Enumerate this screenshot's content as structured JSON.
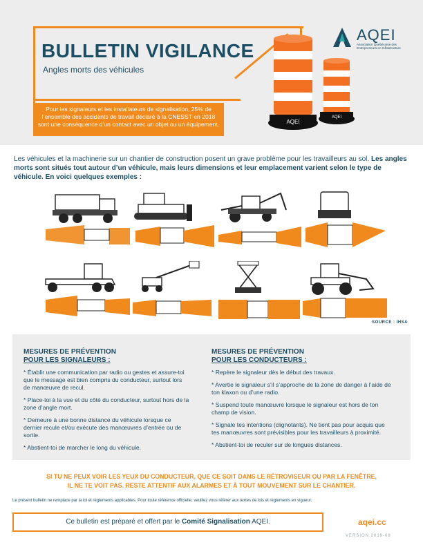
{
  "header": {
    "title": "BULLETIN VIGILANCE",
    "subtitle": "Angles morts des véhicules",
    "callout": "Pour les signaleurs et les installateurs de signalisation, 25% de l’ensemble des accidents de travail déclaré à la CNESST en 2018 sont une conséquence d’un contact avec un objet ou un équipement.",
    "barrel_label": "AQEI",
    "colors": {
      "accent": "#f08a1c",
      "brand": "#1b4d63",
      "panel": "#ededed"
    }
  },
  "logo": {
    "name": "AQEI",
    "subline": "Association Québécoise des Entrepreneurs en Infrastructure"
  },
  "intro": {
    "line1": "Les véhicules et la machinerie sur un chantier de construction posent un grave problème pour les travailleurs au sol.",
    "line2": "Les angles morts sont situés tout autour d’un véhicule, mais leurs dimensions et leur emplacement varient selon le type de véhicule. En voici quelques exemples :"
  },
  "source": "SOURCE : IHSA",
  "vehicles": [
    {
      "icon": "dump-truck-icon"
    },
    {
      "icon": "bulldozer-icon"
    },
    {
      "icon": "backhoe-icon"
    },
    {
      "icon": "skid-steer-icon"
    },
    {
      "icon": "grader-icon"
    },
    {
      "icon": "boom-lift-icon"
    },
    {
      "icon": "scissor-lift-icon"
    },
    {
      "icon": "wheel-loader-icon"
    }
  ],
  "prevention": {
    "signaleurs": {
      "heading1": "MESURES DE PRÉVENTION",
      "heading2": "POUR LES SIGNALEURS :",
      "items": [
        "* Établir une communication par radio ou gestes et assure-toi que le message est bien compris du conducteur, surtout lors de manœuvre de recul.",
        "* Place-toi à la vue et du côté du conducteur, surtout hors de la zone d’angle mort.",
        "* Demeure à une bonne distance du véhicule lorsque ce dernier recule et/ou exécute des manœuvres d’entrée ou de sortie.",
        "* Abstient-toi de marcher le long du véhicule."
      ]
    },
    "conducteurs": {
      "heading1": "MESURES DE PRÉVENTION",
      "heading2": "POUR LES CONDUCTEURS :",
      "items": [
        "* Repère le signaleur dès le début des travaux.",
        "* Avertie le signaleur s’il s’approche de la zone de danger à l’aide de ton klaxon ou d’une radio.",
        "* Suspend toute manœuvre lorsque le signaleur est hors de ton champ de vision.",
        "* Signale tes intentions (clignotants). Ne tient pas pour acquis que tes manœuvres sont prévisibles pour les travailleurs à proximité.",
        "* Abstient-toi de reculer sur de longues distances."
      ]
    }
  },
  "warning": {
    "line1": "SI TU NE PEUX VOIR LES YEUX DU CONDUCTEUR, QUE CE SOIT DANS LE RÉTROVISEUR OU PAR LA FENÊTRE,",
    "line2": "IL NE TE VOIT PAS. RESTE ATTENTIF AUX ALARMES ET À TOUT MOUVEMENT SUR LE CHANTIER."
  },
  "legal": "Le présent bulletin ne remplace par la loi et règlements applicables. Pour toute référence officielle, veuillez vous référer aux textes de lois et règlements en vigueur.",
  "footer": {
    "prefix": "Ce bulletin est préparé et offert par le ",
    "committee": "Comité Signalisation",
    "suffix": " AQEI.",
    "url": "aqei.cc",
    "version": "VERSION 2019-08"
  }
}
